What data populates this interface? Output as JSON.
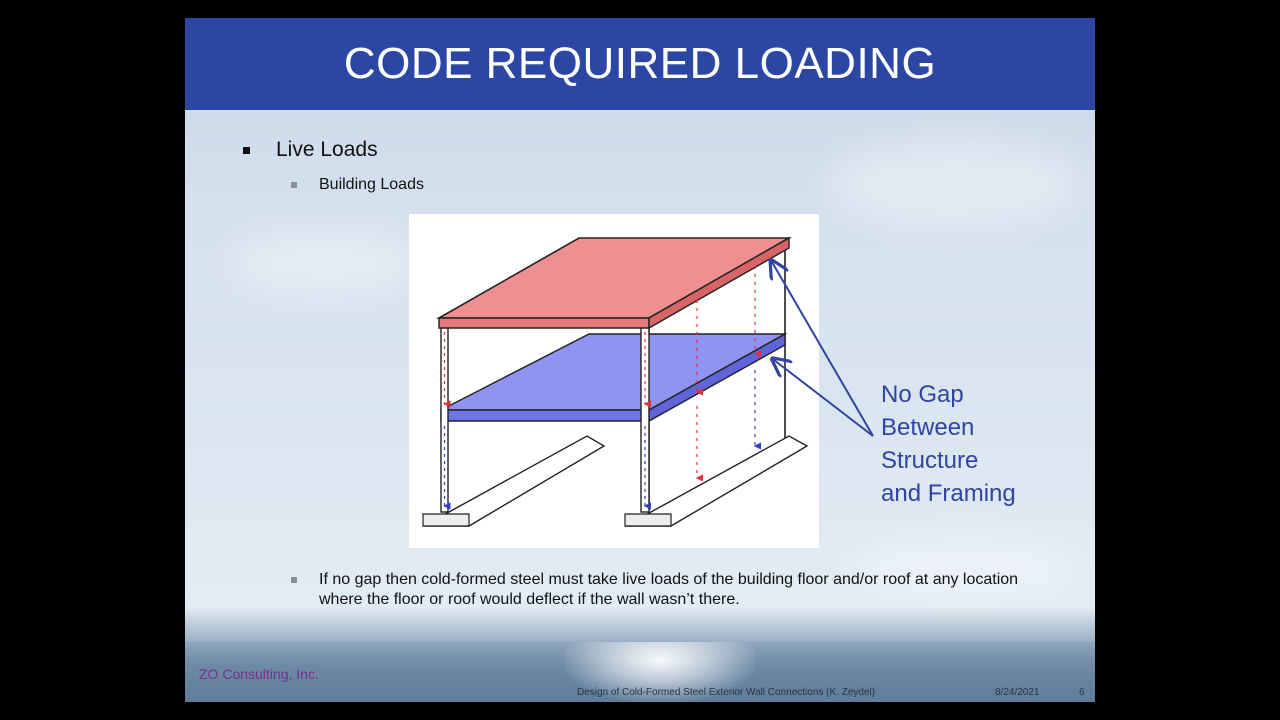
{
  "slide": {
    "title": "CODE REQUIRED LOADING",
    "bullets": {
      "level1": "Live Loads",
      "level2": "Building Loads",
      "note": "If no gap then cold-formed steel must take live loads of the building floor and/or roof at any location where the floor or roof would deflect if the wall wasn’t there."
    },
    "callout": {
      "line1": "No Gap",
      "line2": "Between",
      "line3": "Structure",
      "line4": "and Framing"
    },
    "footer": {
      "company": "ZO Consulting, Inc.",
      "presentation": "Design of Cold-Formed Steel Exterior Wall Connections (K. Zeydel)",
      "date": "8/24/2021",
      "page": "6"
    }
  },
  "colors": {
    "title_bar": "#2c47a3",
    "roof": "#f08f92",
    "floor": "#8f93f2",
    "callout_text": "#2f45a0",
    "arrow_red": "#e0303a",
    "arrow_blue": "#3040c8"
  },
  "icons": {
    "bullet_level1": "square-bullet",
    "bullet_level2": "gray-square-bullet"
  }
}
